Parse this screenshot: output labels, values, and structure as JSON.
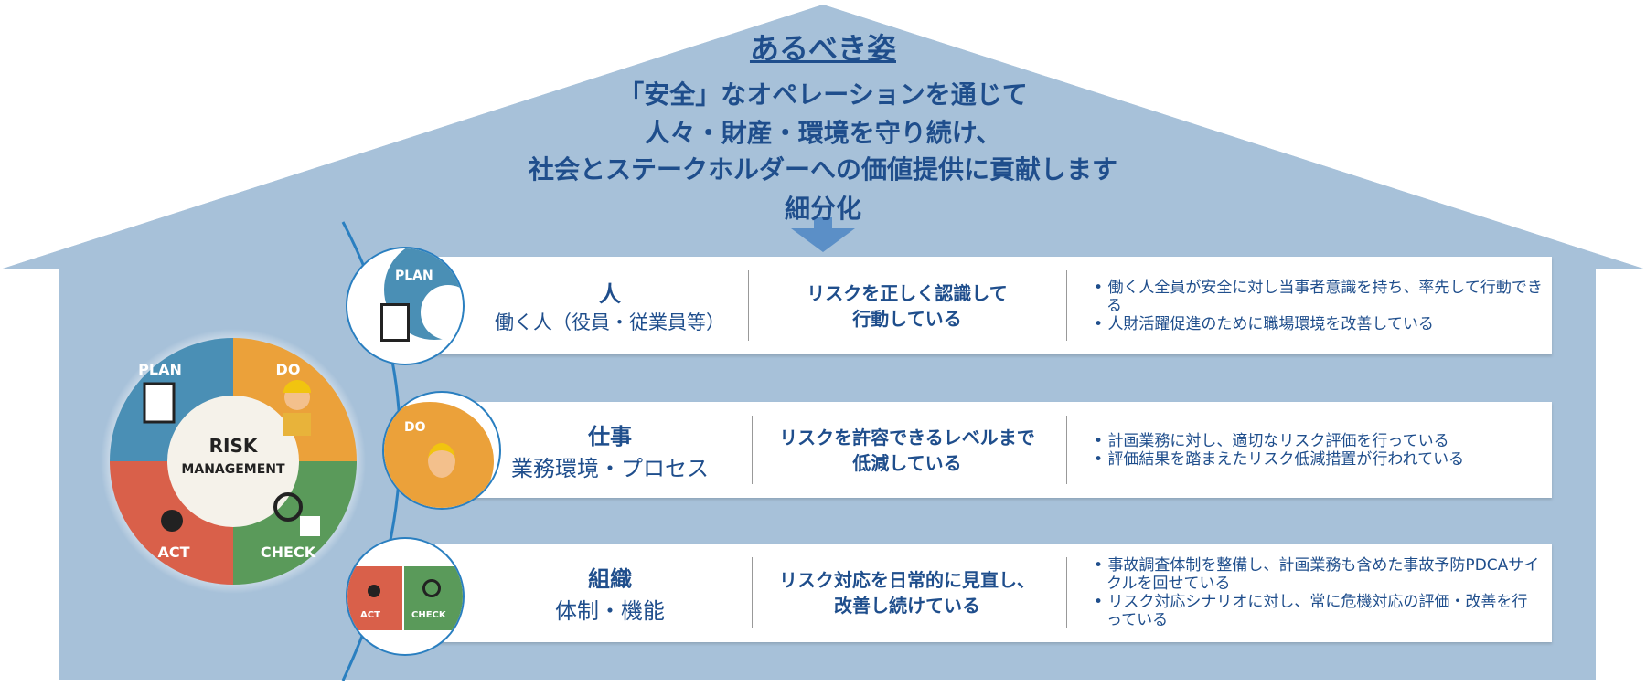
{
  "title": "あるべき姿",
  "mission": [
    "「安全」なオペレーションを通じて",
    "人々・財産・環境を守り続け、",
    "社会とステークホルダーへの価値提供に貢献します"
  ],
  "breakdown": "細分化",
  "pdca": {
    "center": [
      "RISK",
      "MANAGEMENT"
    ],
    "plan": "PLAN",
    "do": "DO",
    "check": "CHECK",
    "act": "ACT"
  },
  "rows": [
    {
      "badge": "PLAN",
      "heading": "人",
      "subheading": "働く人（役員・従業員等）",
      "goal": [
        "リスクを正しく認識して",
        "行動している"
      ],
      "bullets": [
        "働く人全員が安全に対し当事者意識を持ち、率先して行動できる",
        "人財活躍促進のために職場環境を改善している"
      ]
    },
    {
      "badge": "DO",
      "heading": "仕事",
      "subheading": "業務環境・プロセス",
      "goal": [
        "リスクを許容できるレベルまで",
        "低減している"
      ],
      "bullets": [
        "計画業務に対し、適切なリスク評価を行っている",
        "評価結果を踏まえたリスク低減措置が行われている"
      ]
    },
    {
      "badge": "ACT / CHECK",
      "badge_act": "ACT",
      "badge_check": "CHECK",
      "heading": "組織",
      "subheading": "体制・機能",
      "goal": [
        "リスク対応を日常的に見直し、",
        "改善し続けている"
      ],
      "bullets": [
        "事故調査体制を整備し、計画業務も含めた事故予防PDCAサイクルを回せている",
        "リスク対応シナリオに対し、常に危機対応の評価・改善を行っている"
      ]
    }
  ],
  "colors": {
    "house": "#a7c1d9",
    "text": "#1f4e8c",
    "plan": "#4a8fb5",
    "do": "#eba13a",
    "check": "#5a9a5a",
    "act": "#d9604a"
  }
}
